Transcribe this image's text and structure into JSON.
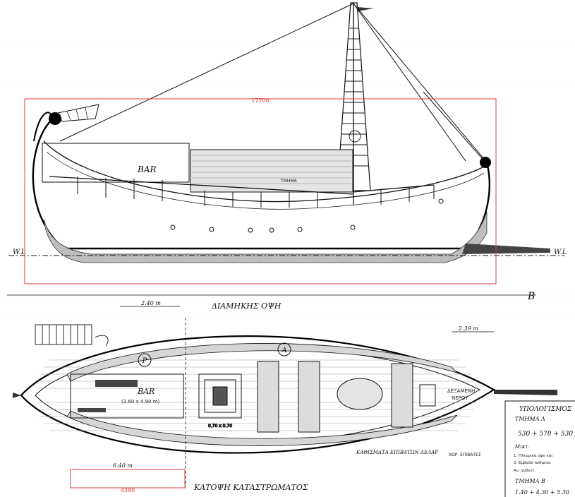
{
  "dimensions": {
    "overall_length": "17700",
    "bar_length": "4380"
  },
  "profile": {
    "waterline_left": "W.L",
    "waterline_right": "W.L",
    "bar_label": "BAR",
    "section_label": "ΤΜΗΜΑ",
    "section_marker": "B",
    "title": "ΔΙΑΜΗΚΗΣ ΟΨΗ"
  },
  "plan": {
    "title": "ΚΑΤΟΨΗ ΚΑΤΑΣΤΡΩΜΑΤΟΣ",
    "bar_label": "BAR",
    "bar_size": "(2.60 x 4.90 m)",
    "marker_p": "P",
    "marker_a": "A",
    "tank_label_1": "ΔΕΞΑΜΕΝΗ",
    "tank_label_2": "ΝΕΡΟΥ",
    "dim_left": "6.40 m",
    "dim_right": "2.39 m",
    "dim_top_left": "2.40 m",
    "covers_label": "ΚΑΘΙΣΜΑΤΑ ΕΠΙΒΑΤΩΝ ΔΕΛΑΡ",
    "stair_size": "0.70 x 0.70",
    "note_small": "ΧΩΡ. ΕΠΙΒΑΤΕΣ"
  },
  "calc": {
    "title": "ΥΠΟΛΟΓΙΣΜΟΣ",
    "section_a": "ΤΜΗΜΑ A",
    "formula_a": "530 + 570 + 530",
    "notes_title": "Μικτ.",
    "note_1": "1. Πλευρικά ύψη και",
    "note_2": "2. Εμβαδό πυθμένα",
    "note_3": "Αν. αυθεντ.",
    "section_b": "ΤΜΗΜΑ B",
    "formula_b": "1.40 + 4.30 + 5.30"
  },
  "colors": {
    "ink": "#111111",
    "annotation": "#e43c3c"
  }
}
